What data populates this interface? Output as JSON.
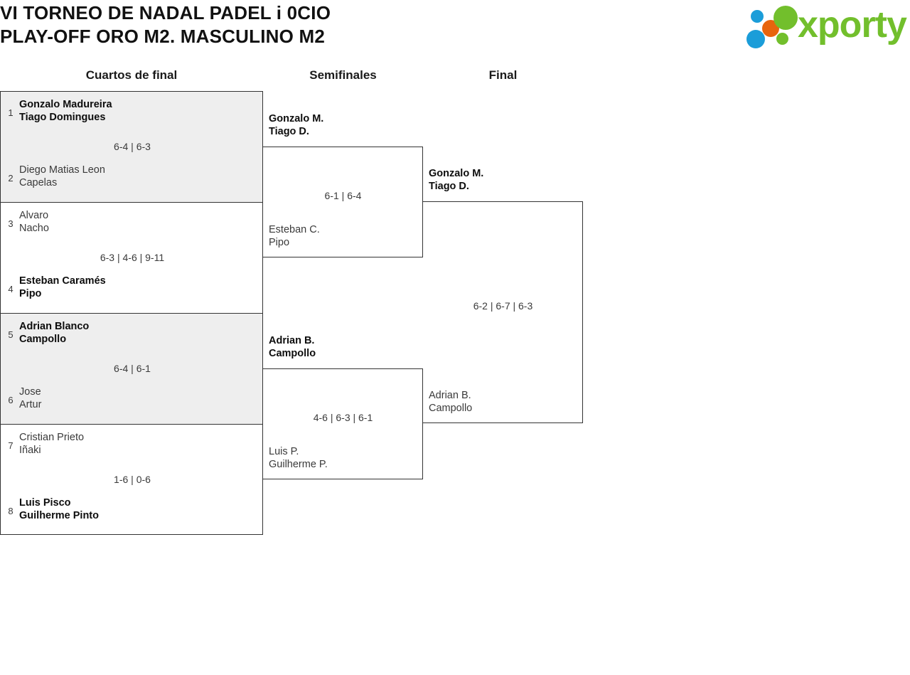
{
  "header": {
    "title_line_1": "VI TORNEO DE NADAL PADEL i 0CIO",
    "title_line_2": "PLAY-OFF ORO M2. MASCULINO M2",
    "logo_text": "xporty",
    "logo_colors": {
      "green": "#72bf2c",
      "orange": "#e8650d",
      "blue": "#1b9dd9"
    }
  },
  "rounds": [
    {
      "label": "Cuartos de final"
    },
    {
      "label": "Semifinales"
    },
    {
      "label": "Final"
    }
  ],
  "quarterfinals": [
    {
      "shaded": true,
      "score": "6-4 | 6-3",
      "top": {
        "seed": "1",
        "p1": "Gonzalo Madureira",
        "p2": "Tiago Domingues",
        "winner": true
      },
      "bottom": {
        "seed": "2",
        "p1": "Diego Matias Leon",
        "p2": "Capelas",
        "winner": false
      }
    },
    {
      "shaded": false,
      "score": "6-3 | 4-6 | 9-11",
      "top": {
        "seed": "3",
        "p1": "Alvaro",
        "p2": "Nacho",
        "winner": false
      },
      "bottom": {
        "seed": "4",
        "p1": "Esteban Caramés",
        "p2": "Pipo",
        "winner": true
      }
    },
    {
      "shaded": true,
      "score": "6-4 | 6-1",
      "top": {
        "seed": "5",
        "p1": "Adrian Blanco",
        "p2": "Campollo",
        "winner": true
      },
      "bottom": {
        "seed": "6",
        "p1": "Jose",
        "p2": "Artur",
        "winner": false
      }
    },
    {
      "shaded": false,
      "score": "1-6 | 0-6",
      "top": {
        "seed": "7",
        "p1": "Cristian Prieto",
        "p2": "Iñaki",
        "winner": false
      },
      "bottom": {
        "seed": "8",
        "p1": "Luis Pisco",
        "p2": "Guilherme Pinto",
        "winner": true
      }
    }
  ],
  "semifinals": [
    {
      "score": "6-1 | 6-4",
      "top": {
        "p1": "Gonzalo M.",
        "p2": "Tiago D.",
        "winner": true
      },
      "bottom": {
        "p1": "Esteban C.",
        "p2": "Pipo",
        "winner": false
      }
    },
    {
      "score": "4-6 | 6-3 | 6-1",
      "top": {
        "p1": "Adrian B.",
        "p2": "Campollo",
        "winner": true
      },
      "bottom": {
        "p1": "Luis P.",
        "p2": "Guilherme P.",
        "winner": false
      }
    }
  ],
  "final": [
    {
      "score": "6-2 | 6-7 | 6-3",
      "top": {
        "p1": "Gonzalo M.",
        "p2": "Tiago D.",
        "winner": true
      },
      "bottom": {
        "p1": "Adrian B.",
        "p2": "Campollo",
        "winner": false
      }
    }
  ]
}
